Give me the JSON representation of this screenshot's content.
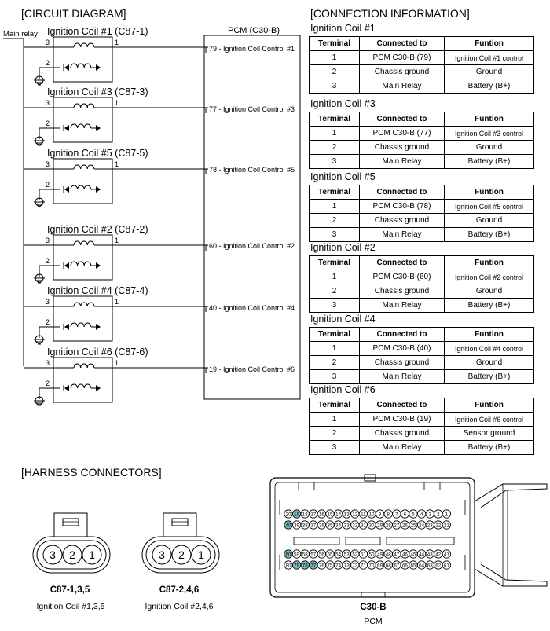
{
  "circuit": {
    "title": "[CIRCUIT DIAGRAM]",
    "main_relay": "Main relay",
    "pcm_label": "PCM (C30-B)",
    "coils": [
      {
        "title": "Ignition Coil #1 (C87-1)",
        "pcm_pin": "79 - Ignition Coil Control #1"
      },
      {
        "title": "Ignition Coil #3 (C87-3)",
        "pcm_pin": "77 - Ignition Coil Control #3"
      },
      {
        "title": "Ignition Coil #5 (C87-5)",
        "pcm_pin": "78 - Ignition Coil Control #5"
      },
      {
        "title": "Ignition Coil #2 (C87-2)",
        "pcm_pin": "60 - Ignition Coil Control #2"
      },
      {
        "title": "Ignition Coil #4 (C87-4)",
        "pcm_pin": "40 - Ignition Coil Control #4"
      },
      {
        "title": "Ignition Coil #6 (C87-6)",
        "pcm_pin": "19 - Ignition Coil Control #6"
      }
    ],
    "pin_numbers": {
      "p1": "1",
      "p2": "2",
      "p3": "3"
    }
  },
  "connection": {
    "title": "[CONNECTION INFORMATION]",
    "headers": {
      "terminal": "Terminal",
      "connected": "Connected to",
      "function": "Funtion"
    },
    "tables": [
      {
        "title": "Ignition Coil #1",
        "rows": [
          [
            "1",
            "PCM C30-B (79)",
            "Ignition Coil #1 control"
          ],
          [
            "2",
            "Chassis ground",
            "Ground"
          ],
          [
            "3",
            "Main Relay",
            "Battery (B+)"
          ]
        ]
      },
      {
        "title": "Ignition Coil #3",
        "rows": [
          [
            "1",
            "PCM C30-B (77)",
            "Ignition Coil #3 control"
          ],
          [
            "2",
            "Chassis ground",
            "Ground"
          ],
          [
            "3",
            "Main Relay",
            "Battery (B+)"
          ]
        ]
      },
      {
        "title": "Ignition Coil #5",
        "rows": [
          [
            "1",
            "PCM C30-B (78)",
            "Ignition Coil #5 control"
          ],
          [
            "2",
            "Chassis ground",
            "Ground"
          ],
          [
            "3",
            "Main Relay",
            "Battery (B+)"
          ]
        ]
      },
      {
        "title": "Ignition Coil #2",
        "rows": [
          [
            "1",
            "PCM C30-B (60)",
            "Ignition Coil #2 control"
          ],
          [
            "2",
            "Chassis ground",
            "Ground"
          ],
          [
            "3",
            "Main Relay",
            "Battery (B+)"
          ]
        ]
      },
      {
        "title": "Ignition Coil #4",
        "rows": [
          [
            "1",
            "PCM C30-B (40)",
            "Ignition Coil #4 control"
          ],
          [
            "2",
            "Chassis ground",
            "Ground"
          ],
          [
            "3",
            "Main Relay",
            "Battery (B+)"
          ]
        ]
      },
      {
        "title": "Ignition Coil #6",
        "rows": [
          [
            "1",
            "PCM C30-B (19)",
            "Ignition Coil #6 control"
          ],
          [
            "2",
            "Chassis ground",
            "Sensor ground"
          ],
          [
            "3",
            "Main Relay",
            "Battery (B+)"
          ]
        ]
      }
    ]
  },
  "harness": {
    "title": "[HARNESS CONNECTORS]",
    "connectors": [
      {
        "code": "C87-1,3,5",
        "name": "Ignition Coil #1,3,5",
        "pins": [
          "3",
          "2",
          "1"
        ]
      },
      {
        "code": "C87-2,4,6",
        "name": "Ignition Coil #2,4,6",
        "pins": [
          "3",
          "2",
          "1"
        ]
      }
    ],
    "pcm": {
      "code": "C30-B",
      "name": "PCM",
      "highlight_color": "#7fb8c2",
      "rows": [
        [
          "20",
          "19",
          "18",
          "17",
          "16",
          "15",
          "14",
          "13",
          "12",
          "11",
          "10",
          "9",
          "8",
          "7",
          "6",
          "5",
          "4",
          "3",
          "2",
          "1"
        ],
        [
          "40",
          "39",
          "38",
          "37",
          "36",
          "35",
          "34",
          "33",
          "32",
          "31",
          "30",
          "29",
          "28",
          "27",
          "26",
          "25",
          "24",
          "23",
          "22",
          "21"
        ],
        [
          "60",
          "59",
          "58",
          "57",
          "56",
          "55",
          "54",
          "53",
          "52",
          "51",
          "50",
          "49",
          "48",
          "47",
          "46",
          "45",
          "44",
          "43",
          "42",
          "41"
        ],
        [
          "80",
          "79",
          "78",
          "77",
          "76",
          "75",
          "74",
          "73",
          "72",
          "71",
          "70",
          "69",
          "68",
          "67",
          "66",
          "65",
          "64",
          "63",
          "62",
          "61"
        ]
      ],
      "highlighted": [
        "19",
        "40",
        "60",
        "77",
        "78",
        "79"
      ]
    }
  }
}
